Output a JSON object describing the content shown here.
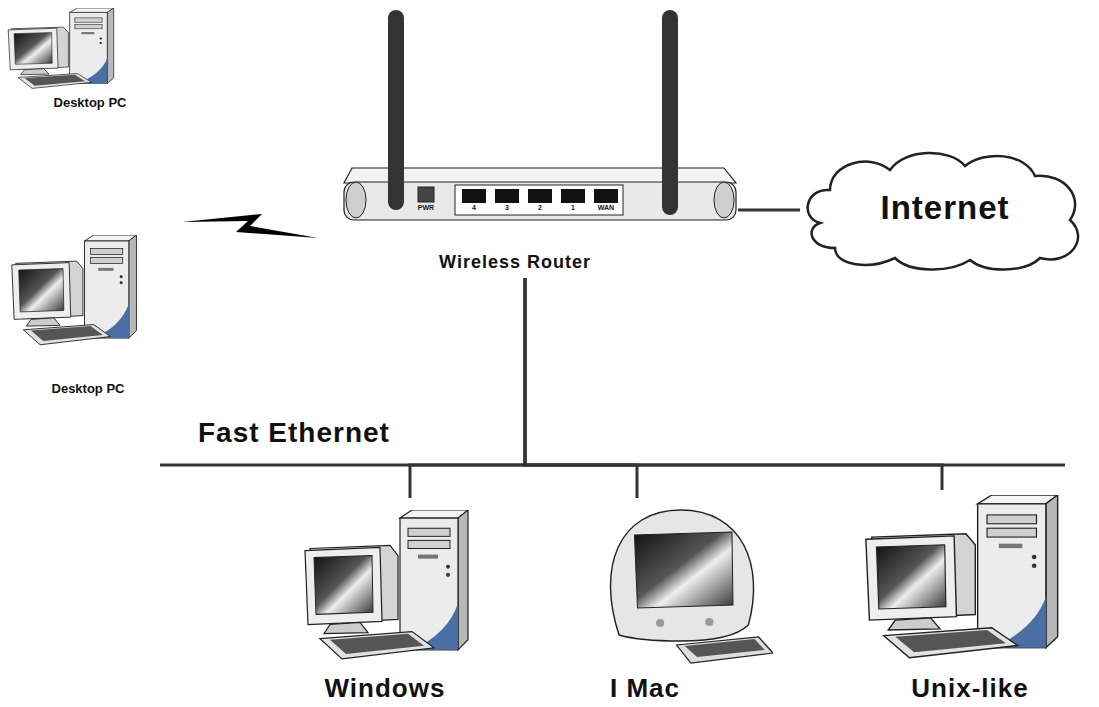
{
  "diagram": {
    "nodes": [
      {
        "text": [
          "Desktop PC"
        ]
      },
      {
        "text": [
          "Desktop PC"
        ]
      },
      {
        "text": [
          "Wireless Router"
        ]
      },
      {
        "text": [
          "Internet"
        ]
      },
      {
        "text": [
          "Windows"
        ]
      },
      {
        "text": [
          "I Mac"
        ]
      },
      {
        "text": [
          "Unix-like"
        ]
      }
    ],
    "edges": [
      {
        "from": 2,
        "to": 3,
        "arrow": "none"
      },
      {
        "from": 2,
        "to": 4,
        "arrow": "none"
      },
      {
        "from": 2,
        "to": 5,
        "arrow": "none"
      },
      {
        "from": 2,
        "to": 6,
        "arrow": "none"
      }
    ],
    "labels": [
      "Fast Ethernet",
      "PWR",
      "4",
      "3",
      "2",
      "1",
      "WAN"
    ]
  }
}
